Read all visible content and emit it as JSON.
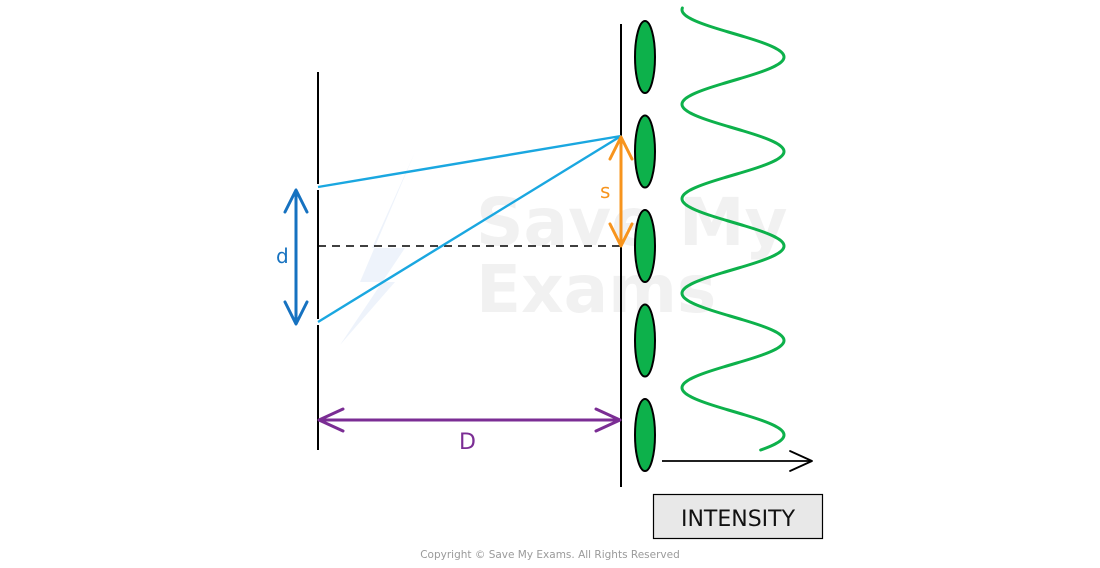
{
  "diagram": {
    "title": "Young's double slit interference pattern",
    "labels": {
      "slit_separation": "d",
      "fringe_spacing": "s",
      "slit_screen_distance": "D",
      "intensity_axis": "INTENSITY"
    },
    "fringe_count": 5,
    "intensity_peaks": 5,
    "colors": {
      "light_rays": "#1aa7e0",
      "slit_separation_arrow": "#1672c0",
      "fringe_spacing_arrow": "#f7941d",
      "distance_arrow": "#7b2d94",
      "fringes_fill": "#0db14b",
      "intensity_curve": "#0db14b",
      "lines": "#000000",
      "intensity_box_fill": "#e8e8e8"
    }
  },
  "watermark": {
    "line1": "Save My",
    "line2": "Exams"
  },
  "footer": {
    "copyright": "Copyright © Save My Exams. All Rights Reserved"
  }
}
